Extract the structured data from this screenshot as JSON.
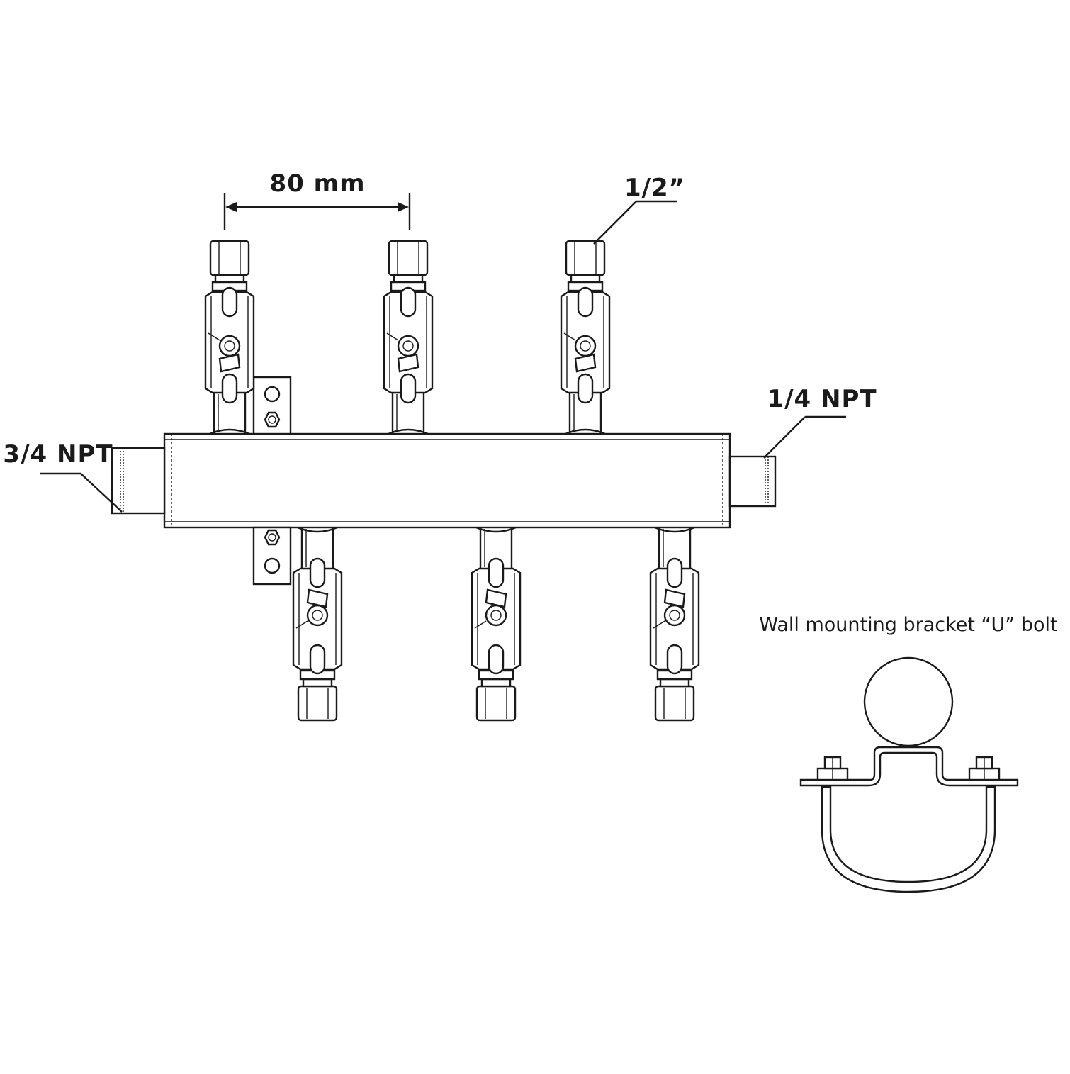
{
  "labels": {
    "spacing": "80 mm",
    "outlet_size": "1/2”",
    "inlet_left": "3/4 NPT",
    "outlet_right": "1/4 NPT",
    "bracket_caption": "Wall mounting bracket “U” bolt"
  },
  "valves": {
    "top_count": 3,
    "bottom_count": 3
  }
}
